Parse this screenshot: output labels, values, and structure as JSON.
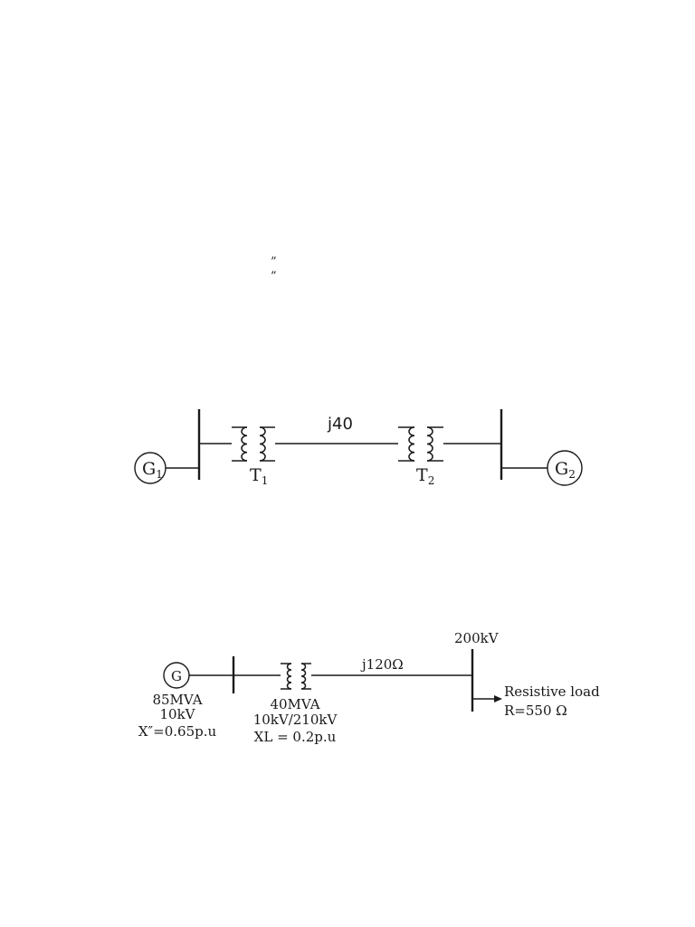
{
  "marks": {
    "mark1": "”",
    "mark2": "”"
  },
  "diagram1": {
    "g1": {
      "letter": "G",
      "sub": "1"
    },
    "g2": {
      "letter": "G",
      "sub": "2"
    },
    "t1": {
      "letter": "T",
      "sub": "1"
    },
    "t2": {
      "letter": "T",
      "sub": "2"
    },
    "line_impedance": "j40"
  },
  "diagram2": {
    "generator": {
      "letter": "G",
      "rating": "85MVA",
      "voltage": "10kV",
      "reactance": "X″=0.65p.u"
    },
    "transformer": {
      "rating": "40MVA",
      "ratio": "10kV/210kV",
      "reactance": "XL = 0.2p.u"
    },
    "line_impedance": "j120Ω",
    "bus_voltage": "200kV",
    "load": {
      "label": "Resistive load",
      "value": "R=550 Ω"
    }
  }
}
